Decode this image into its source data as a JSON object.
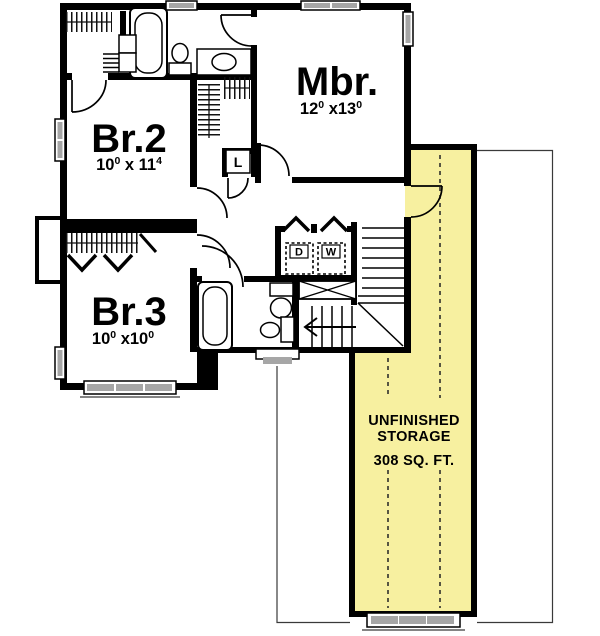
{
  "plan": {
    "rooms": {
      "mbr": {
        "label": "Mbr.",
        "dims": {
          "a": "12",
          "asup": "0",
          "b": " x13",
          "bsup": "0"
        }
      },
      "br2": {
        "label": "Br.2",
        "dims": {
          "a": "10",
          "asup": "0",
          "b": " x 11",
          "bsup": "4"
        }
      },
      "br3": {
        "label": "Br.3",
        "dims": {
          "a": "10",
          "asup": "0",
          "b": " x10",
          "bsup": "0"
        }
      }
    },
    "labels": {
      "linen_closet": "L",
      "dryer": "D",
      "washer": "W"
    },
    "storage": {
      "name_line1": "UNFINISHED",
      "name_line2": "STORAGE",
      "area": "308 SQ. FT."
    },
    "colors": {
      "wall": "#000000",
      "storage_fill": "#f7f0a0",
      "window_glass": "#a6a6a6",
      "background": "#ffffff"
    }
  }
}
